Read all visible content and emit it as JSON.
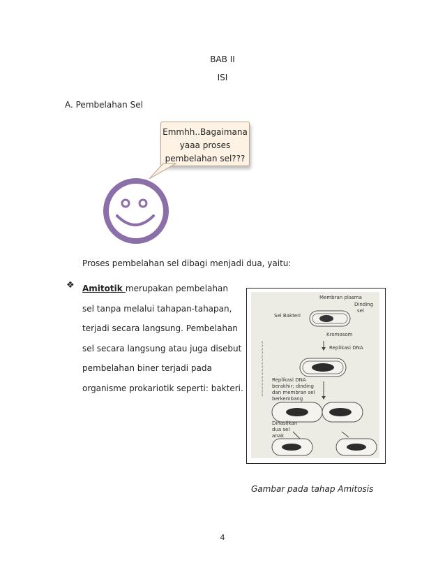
{
  "chapter": {
    "label": "BAB II",
    "subtitle": "ISI"
  },
  "section": {
    "heading": "A.  Pembelahan Sel"
  },
  "bubble": {
    "line1": "Emmhh..Bagaimana",
    "line2": "yaaa proses",
    "line3": "pembelahan sel???"
  },
  "intro": "Proses pembelahan sel dibagi menjadi dua, yaitu:",
  "bullet": {
    "term": "Amitotik ",
    "lines": [
      "merupakan pembelahan",
      "sel tanpa melalui tahapan-tahapan,",
      "terjadi secara langsung. Pembelahan",
      "sel secara langsung atau juga disebut",
      "pembelahan biner terjadi pada",
      "organisme prokariotik seperti: bakteri."
    ]
  },
  "figure": {
    "labels": {
      "membrane": "Membran plasma",
      "wall": "Dinding",
      "wall2": "sel",
      "cell": "Sel Bakteri",
      "chromosome": "Kromosom",
      "replication": "Replikasi DNA",
      "rep1": "Replikasi DNA",
      "rep2": "berakhir; dinding",
      "rep3": "dan membran sel",
      "rep4": "berkembang",
      "sep1": "Dihasilkan",
      "sep2": "dua sel",
      "sep3": "anak"
    },
    "caption": "Gambar pada tahap Amitosis"
  },
  "page_number": "4",
  "colors": {
    "smiley": "#8b6fa8",
    "bubble_fill": "#fdf2e3",
    "bubble_border": "#b7a48a"
  }
}
